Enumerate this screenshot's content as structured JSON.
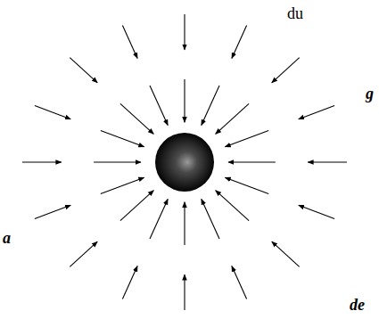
{
  "diagram": {
    "labels": [
      "du",
      "g",
      "a",
      "de"
    ]
  }
}
